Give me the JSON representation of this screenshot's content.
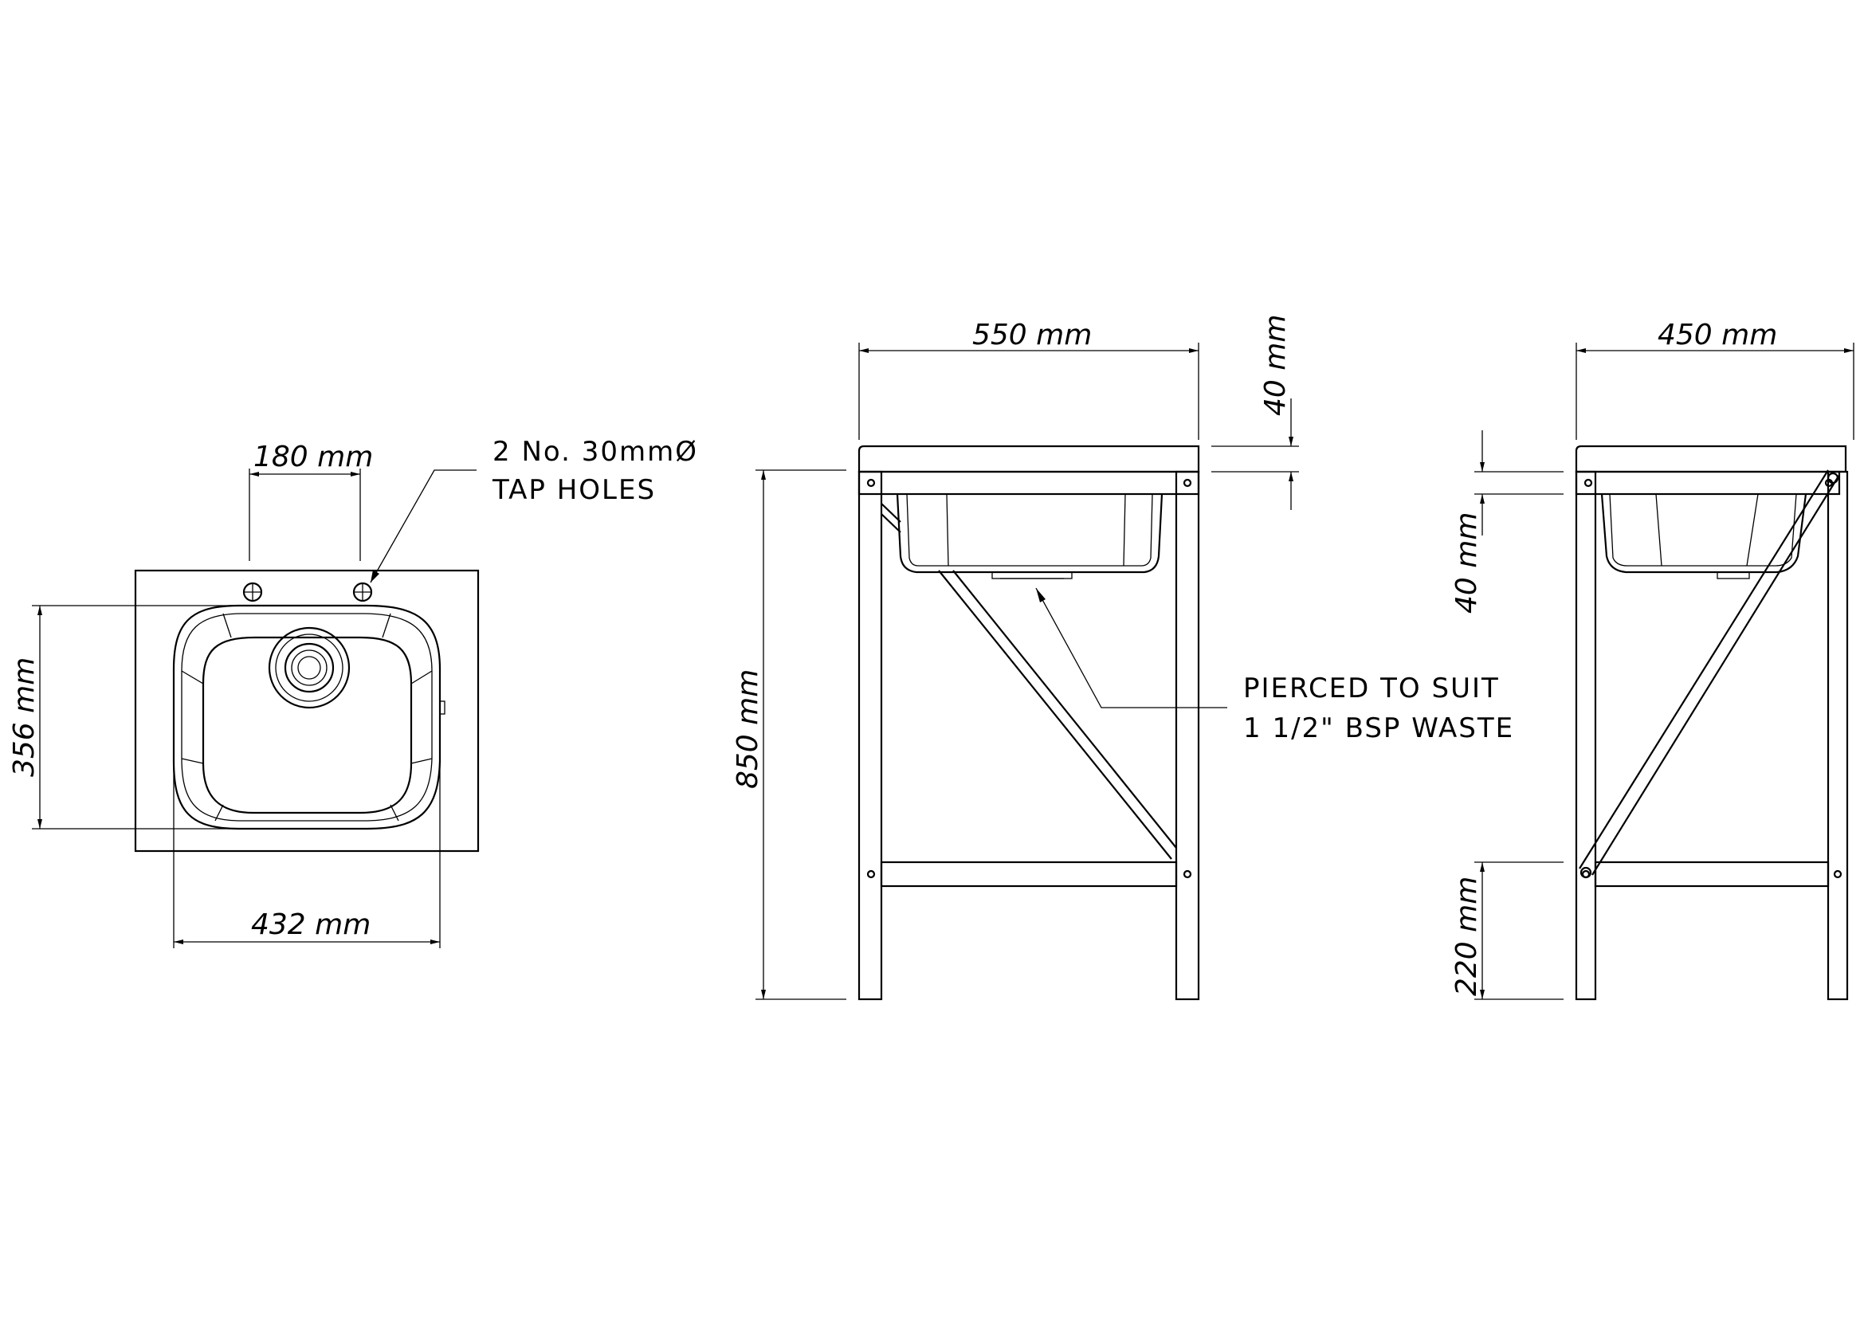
{
  "top_view": {
    "tap_spacing": "180 mm",
    "bowl_length": "356 mm",
    "bowl_width": "432 mm",
    "tap_note_line1": "2 No. 30mmØ",
    "tap_note_line2": "TAP HOLES"
  },
  "front_view": {
    "overall_width": "550 mm",
    "top_thickness": "40 mm",
    "overall_height": "850 mm",
    "waste_note_line1": "PIERCED TO SUIT",
    "waste_note_line2": "1 1/2\" BSP WASTE"
  },
  "side_view": {
    "overall_depth": "450 mm",
    "top_thickness": "40 mm",
    "rail_height": "220 mm"
  }
}
